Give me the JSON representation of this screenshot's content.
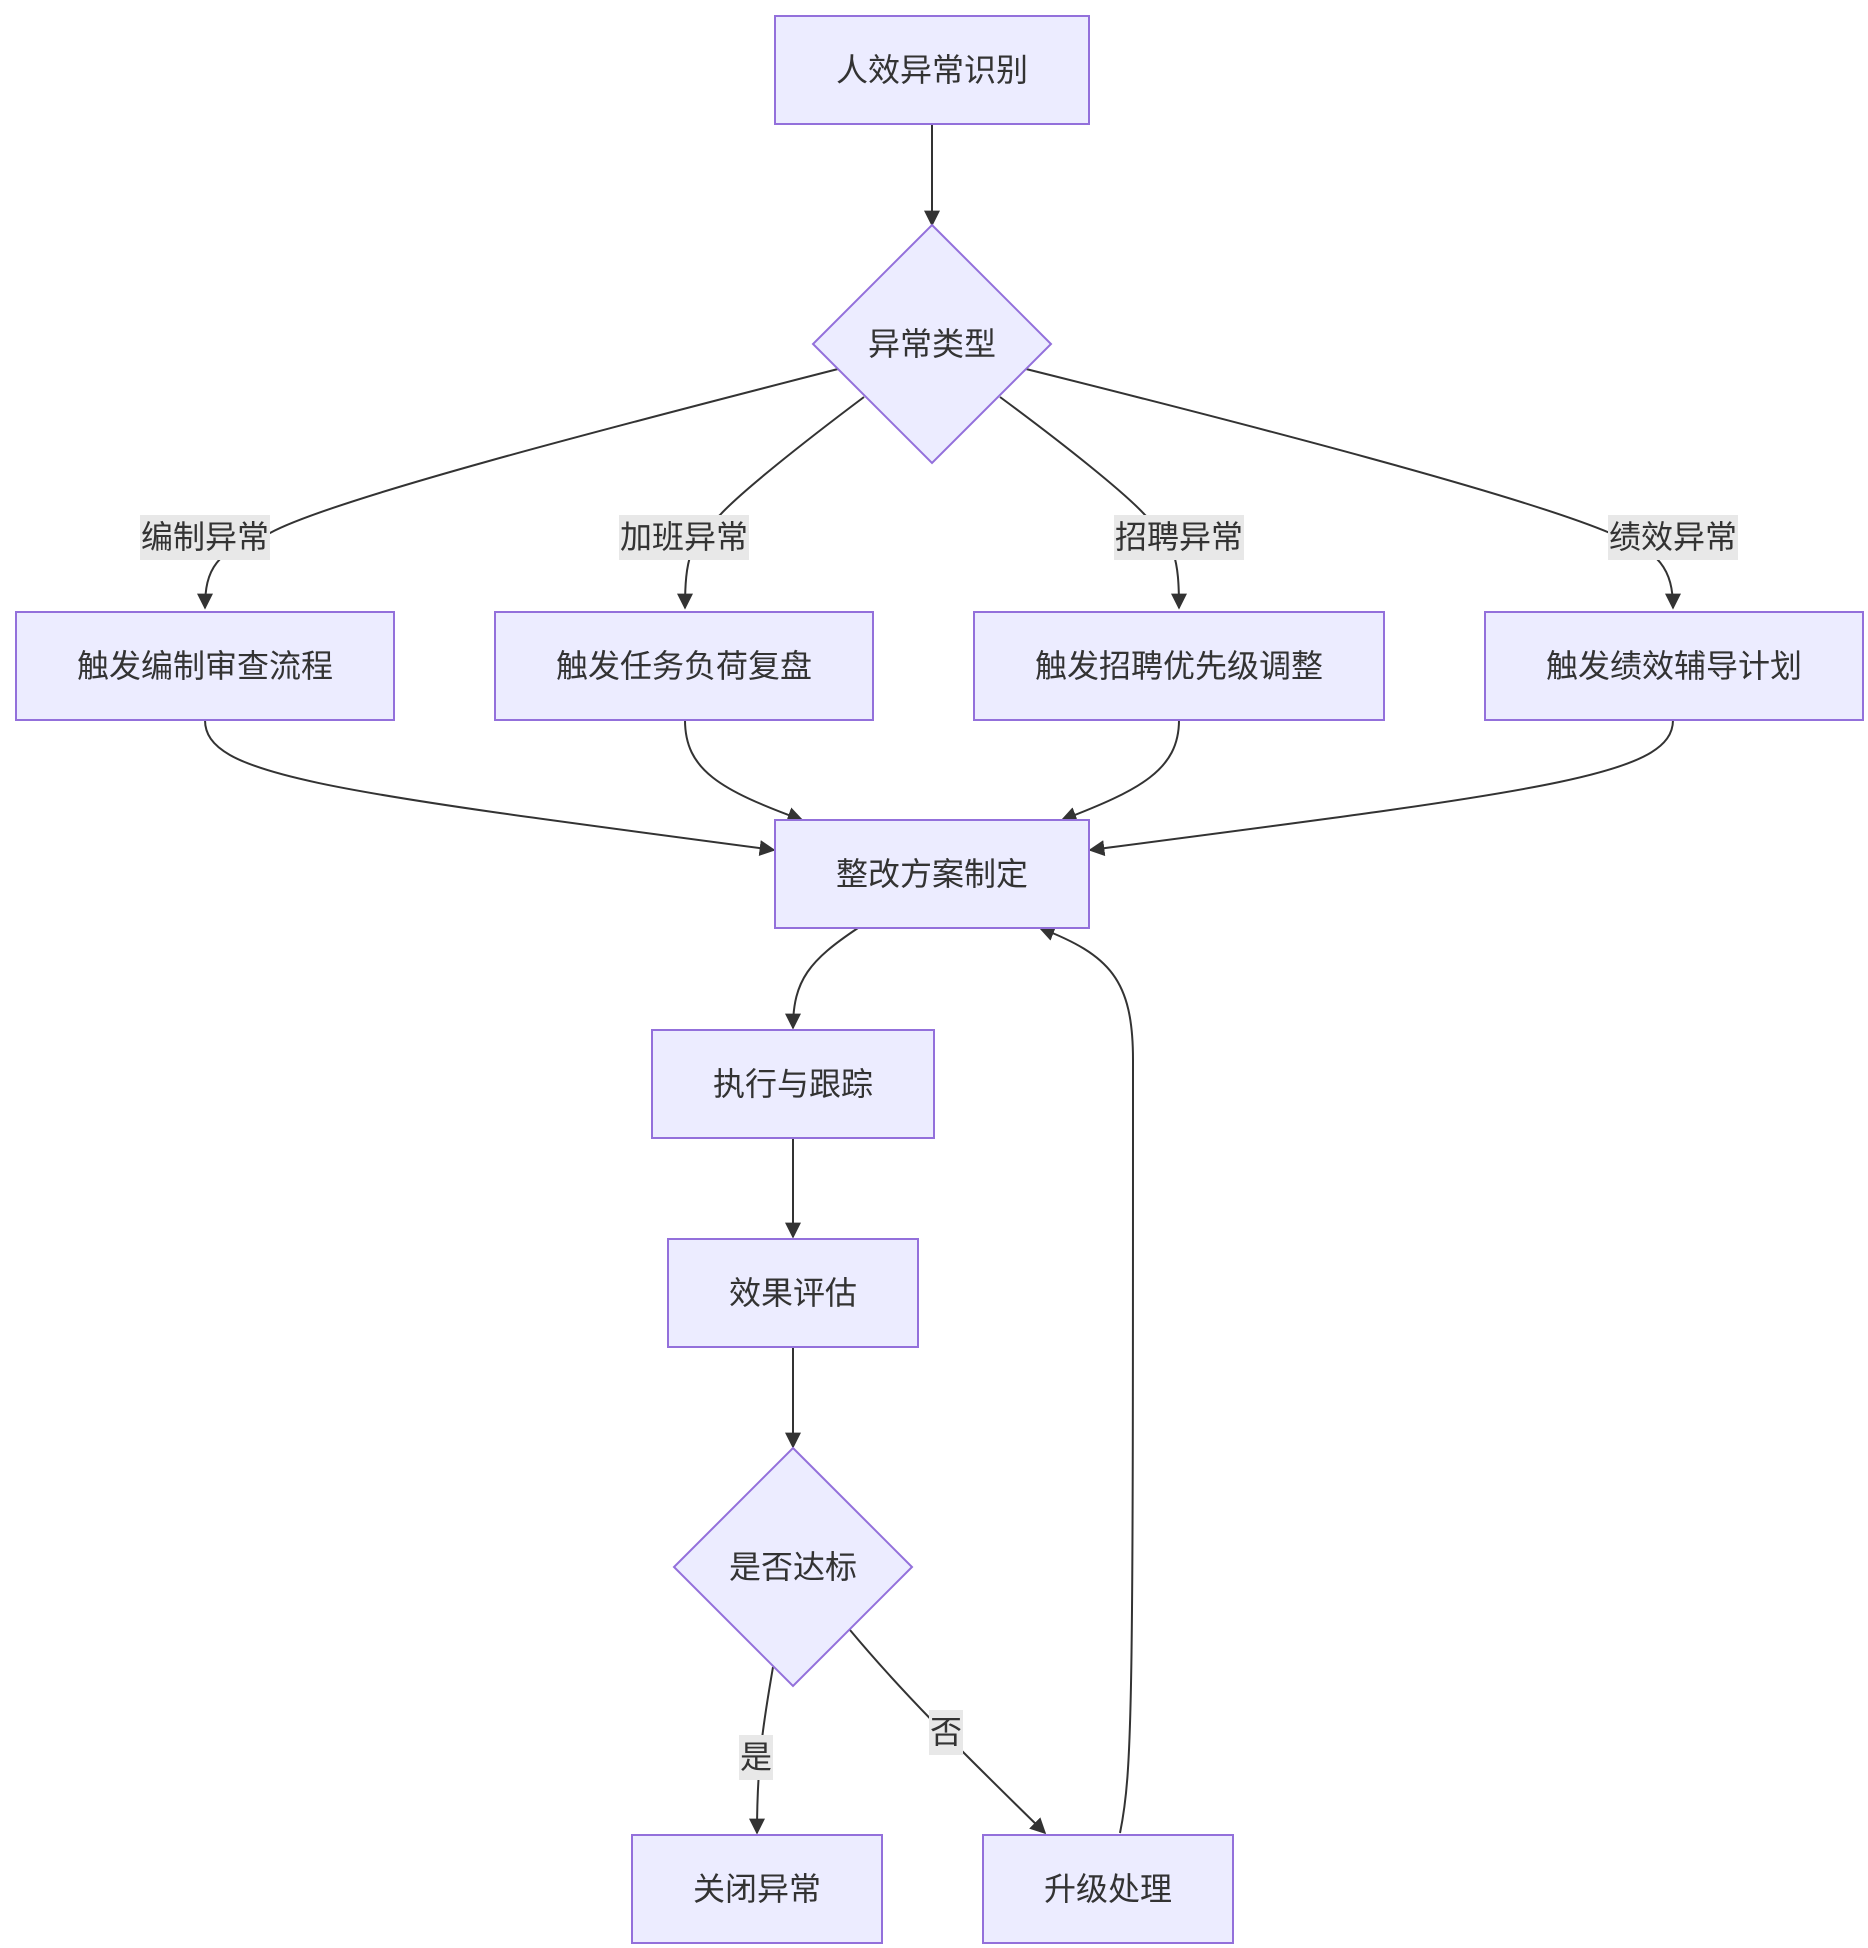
{
  "diagram": {
    "type": "flowchart",
    "colors": {
      "node_fill": "#ECECFF",
      "node_stroke": "#9370DB",
      "edge": "#333333",
      "label_bg": "#E8E8E8",
      "text": "#333333"
    },
    "nodes": {
      "identify": "人效异常识别",
      "type_decision": "异常类型",
      "headcount_review": "触发编制审查流程",
      "workload_review": "触发任务负荷复盘",
      "recruit_priority": "触发招聘优先级调整",
      "coaching_plan": "触发绩效辅导计划",
      "rectify_plan": "整改方案制定",
      "execute_track": "执行与跟踪",
      "evaluate": "效果评估",
      "meet_target": "是否达标",
      "close": "关闭异常",
      "escalate": "升级处理"
    },
    "edge_labels": {
      "headcount": "编制异常",
      "overtime": "加班异常",
      "recruit": "招聘异常",
      "performance": "绩效异常",
      "yes": "是",
      "no": "否"
    }
  }
}
